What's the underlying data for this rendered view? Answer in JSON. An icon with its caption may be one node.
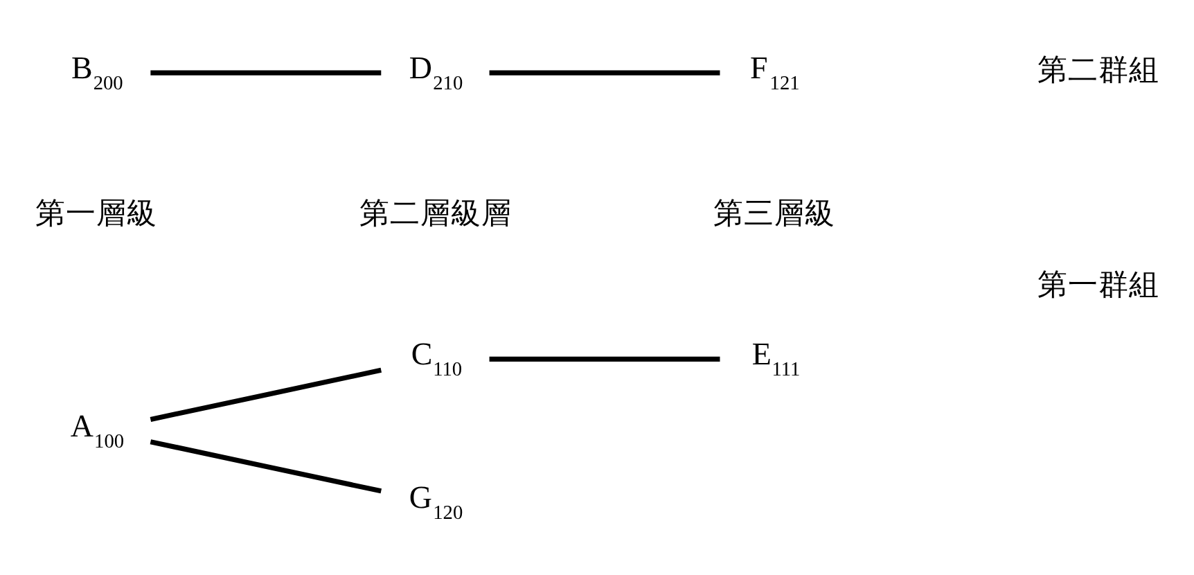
{
  "diagram": {
    "nodes": [
      {
        "text": [
          "A$_{100}$"
        ]
      },
      {
        "text": [
          "C$_{110}$"
        ]
      },
      {
        "text": [
          "E$_{111}$"
        ]
      },
      {
        "text": [
          "G$_{120}$"
        ]
      },
      {
        "text": [
          "B$_{200}$"
        ]
      },
      {
        "text": [
          "D$_{210}$"
        ]
      },
      {
        "text": [
          "F$_{121}$"
        ]
      }
    ],
    "edges": [
      {
        "from": 0,
        "to": 1,
        "arrow": "none"
      },
      {
        "from": 0,
        "to": 3,
        "arrow": "none"
      },
      {
        "from": 1,
        "to": 2,
        "arrow": "none"
      },
      {
        "from": 4,
        "to": 5,
        "arrow": "none"
      },
      {
        "from": 5,
        "to": 6,
        "arrow": "none"
      }
    ],
    "labels": [
      "第一層級",
      "第二層級層",
      "第三層級",
      "第一群組",
      "第二群組"
    ]
  }
}
